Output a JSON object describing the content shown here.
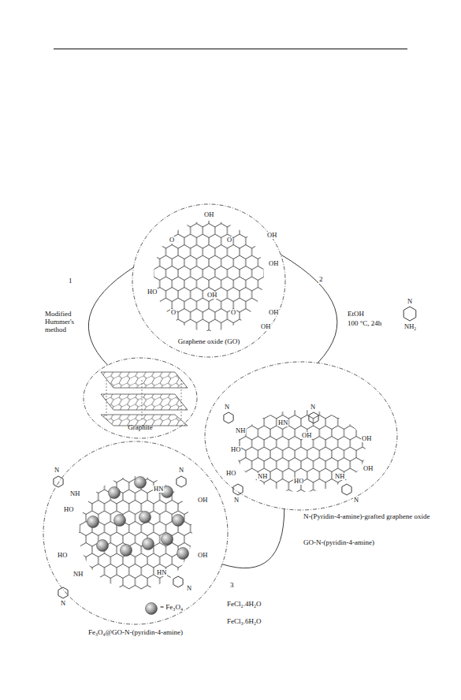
{
  "diagram": {
    "nodes": [
      {
        "text": [
          "Graphene oxide (GO)"
        ]
      },
      {
        "text": [
          "Graphite"
        ]
      },
      {
        "text": [
          "N-(Pyridin-4-amine)-grafted graphene oxide",
          "GO-N-(pyridin-4-amine)"
        ]
      },
      {
        "text": [
          "Fe₃O₄@GO-N-(pyridin-4-amine)"
        ]
      }
    ],
    "edges": [
      {
        "from": 1,
        "to": 0,
        "arrow": "none"
      },
      {
        "from": 0,
        "to": 2,
        "arrow": "none"
      },
      {
        "from": 2,
        "to": 3,
        "arrow": "none"
      }
    ],
    "labels": [
      "1",
      "Modified Hummer's method",
      "2",
      "EtOH",
      "100 °C, 24h",
      "N",
      "NH₂",
      "3",
      "FeCl₂.4H₂O",
      "FeCl₃.6H₂O",
      "OH",
      "O",
      "O",
      "OH",
      "OH",
      "OH",
      "HO",
      "OH",
      "O",
      "O",
      "OH",
      "N",
      "NH",
      "HN",
      "N",
      "HO",
      "OH",
      "OH",
      "HO",
      "OH",
      "HO",
      "NH",
      "NH",
      "N",
      "N",
      "N",
      "NH",
      "HN",
      "N",
      "HO",
      "OH",
      "HO",
      "OH",
      "NH",
      "HN",
      "N",
      "N"
    ],
    "legend": [
      {
        "text": "= Fe₃O₄"
      }
    ]
  }
}
